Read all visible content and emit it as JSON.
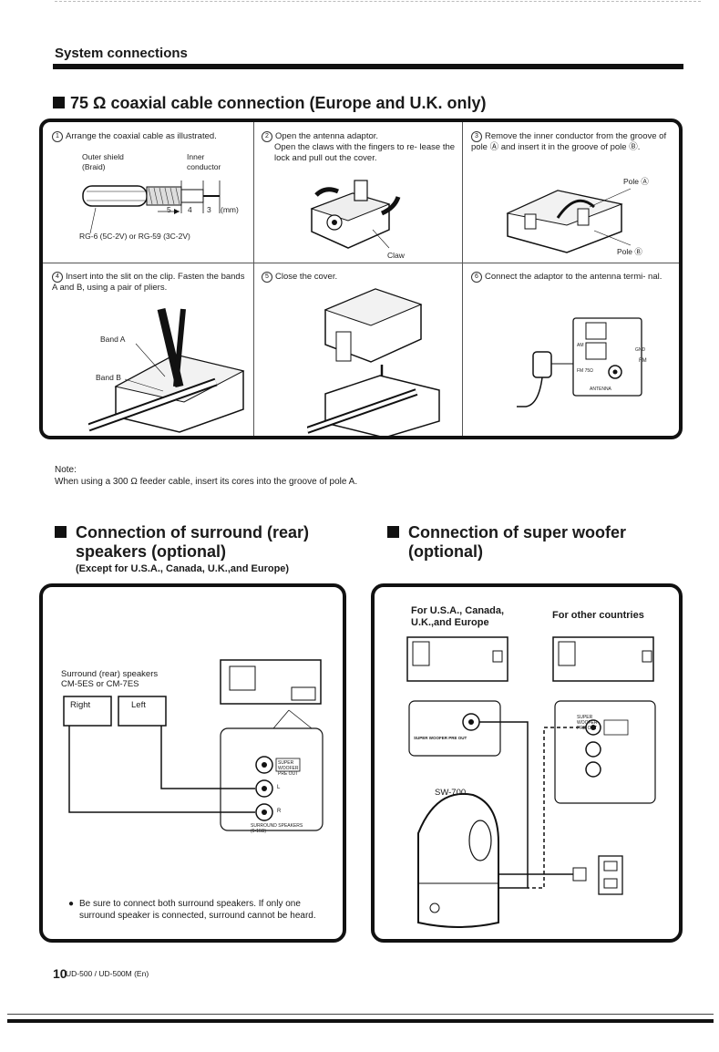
{
  "section_header": "System connections",
  "coax": {
    "heading": "75 Ω coaxial cable connection (Europe and U.K. only)",
    "steps": [
      {
        "num": "1",
        "text": "Arrange the coaxial cable as illustrated."
      },
      {
        "num": "2",
        "text": "Open the antenna adaptor.",
        "text2": "Open the claws with the fingers to re- lease the lock and pull out  the cover."
      },
      {
        "num": "3",
        "text": "Remove the inner conductor from the groove of pole Ⓐ and insert it in the groove of pole Ⓑ."
      },
      {
        "num": "4",
        "text": "Insert into the slit on the clip. Fasten the bands A and B, using a pair of pliers."
      },
      {
        "num": "5",
        "text": "Close the cover."
      },
      {
        "num": "6",
        "text": "Connect the adaptor to the antenna termi- nal."
      }
    ],
    "labels": {
      "outer_shield": "Outer shield",
      "braid": "(Braid)",
      "inner": "Inner",
      "conductor": "conductor",
      "dim_5": "5",
      "dim_4": "4",
      "dim_3": "3",
      "mm": "(mm)",
      "cable_types": "RG-6 (5C-2V) or RG-59 (3C-2V)",
      "claw": "Claw",
      "pole_a": "Pole Ⓐ",
      "pole_b": "Pole Ⓑ",
      "band_a": "Band A",
      "band_b": "Band B",
      "am": "AM",
      "gnd": "GND",
      "fm": "FM",
      "fm_75": "FM 75Ω",
      "antenna": "ANTENNA"
    }
  },
  "note": {
    "label": "Note:",
    "text": "When using a 300 Ω feeder cable, insert its cores into the groove of pole A."
  },
  "surround": {
    "heading_line1": "Connection  of  surround  (rear)",
    "heading_line2": "speakers (optional)",
    "subheading": "(Except for U.S.A., Canada, U.K.,and Europe)",
    "speakers_label_1": "Surround (rear) speakers",
    "speakers_label_2": "CM-5ES or CM-7ES",
    "right": "Right",
    "left": "Left",
    "bullet": "Be sure to connect both surround speakers. If only one surround speaker is connected, surround cannot be heard.",
    "jack_super": "SUPER",
    "jack_woofer": "WOOFER",
    "jack_preout": "PRE OUT",
    "jack_L": "L",
    "jack_R": "R",
    "jack_surround": "SURROUND SPEAKERS",
    "jack_ohm": "(6-16Ω)"
  },
  "woofer": {
    "heading_line1": "Connection of super woofer",
    "heading_line2": "(optional)",
    "region_1_line1": "For U.S.A., Canada,",
    "region_1_line2": "U.K.,and Europe",
    "region_2": "For other countries",
    "model": "SW-700",
    "preout_label": "SUPER WOOFER PRE OUT"
  },
  "footer": {
    "page": "10",
    "model": "UD-500 / UD-500M (En)"
  }
}
